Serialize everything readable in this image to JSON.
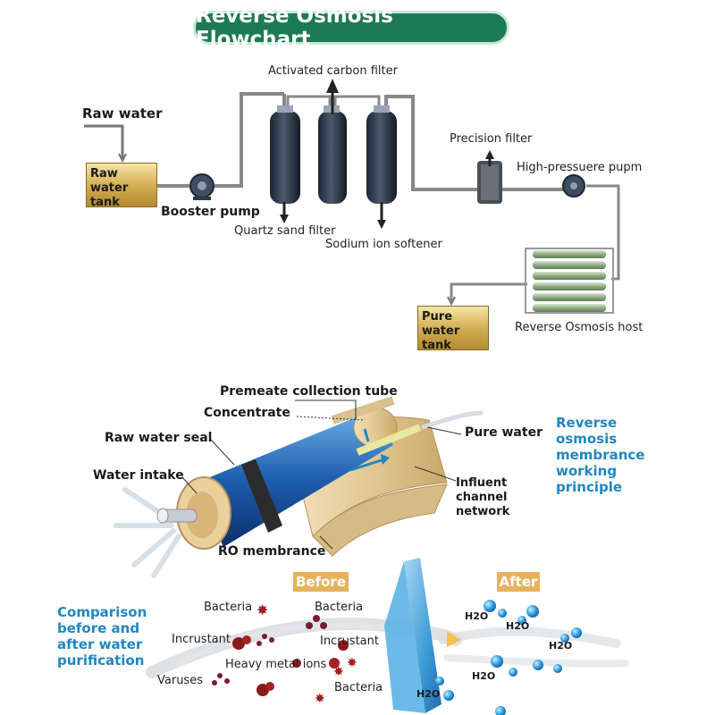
{
  "title": "Reverse Osmosis Flowchart",
  "flowchart": {
    "raw_water": "Raw water",
    "raw_water_tank": "Raw water tank",
    "booster_pump": "Booster pump",
    "activated_carbon_filter": "Activated carbon filter",
    "quartz_sand_filter": "Quartz sand filter",
    "sodium_ion_softener": "Sodium ion softener",
    "precision_filter": "Precision filter",
    "high_pressure_pump": "High-pressuere pupm",
    "reverse_osmosis_host": "Reverse Osmosis host",
    "pure_water_tank": "Pure water tank"
  },
  "membrane": {
    "permeate_collection_tube": "Premeate collection tube",
    "concentrate": "Concentrate",
    "raw_water_seal": "Raw water seal",
    "water_intake": "Water intake",
    "ro_membrance": "RO membrance",
    "pure_water": "Pure water",
    "influent_channel_network": "Influent channel network",
    "principle_title": "Reverse osmosis membrance working principle"
  },
  "comparison": {
    "title": "Comparison before and after water purification",
    "before_tag": "Before",
    "after_tag": "After",
    "bacteria_1": "Bacteria",
    "bacteria_2": "Bacteria",
    "bacteria_3": "Bacteria",
    "incrustant_1": "Incrustant",
    "incrustant_2": "Incrustant",
    "heavy_metal_ions": "Heavy metal ions",
    "viruses": "Varuses",
    "h2o": "H2O"
  },
  "colors": {
    "title_green": "#1e7a52",
    "accent_blue": "#1e87c2",
    "tag_orange": "#e7b25e",
    "tank_gold": "#d8b35a"
  }
}
